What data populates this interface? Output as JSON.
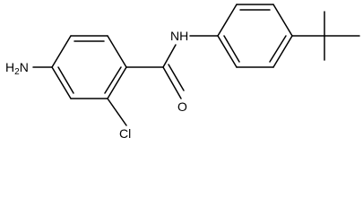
{
  "molecule": {
    "atoms": {
      "amine": {
        "main": "H",
        "sub": "2",
        "tail": "N"
      },
      "amide_n": "NH",
      "carbonyl_o": "O",
      "chlorine": "Cl"
    },
    "colors": {
      "bond": "#000000",
      "text": "#000000",
      "background": "#ffffff"
    }
  }
}
